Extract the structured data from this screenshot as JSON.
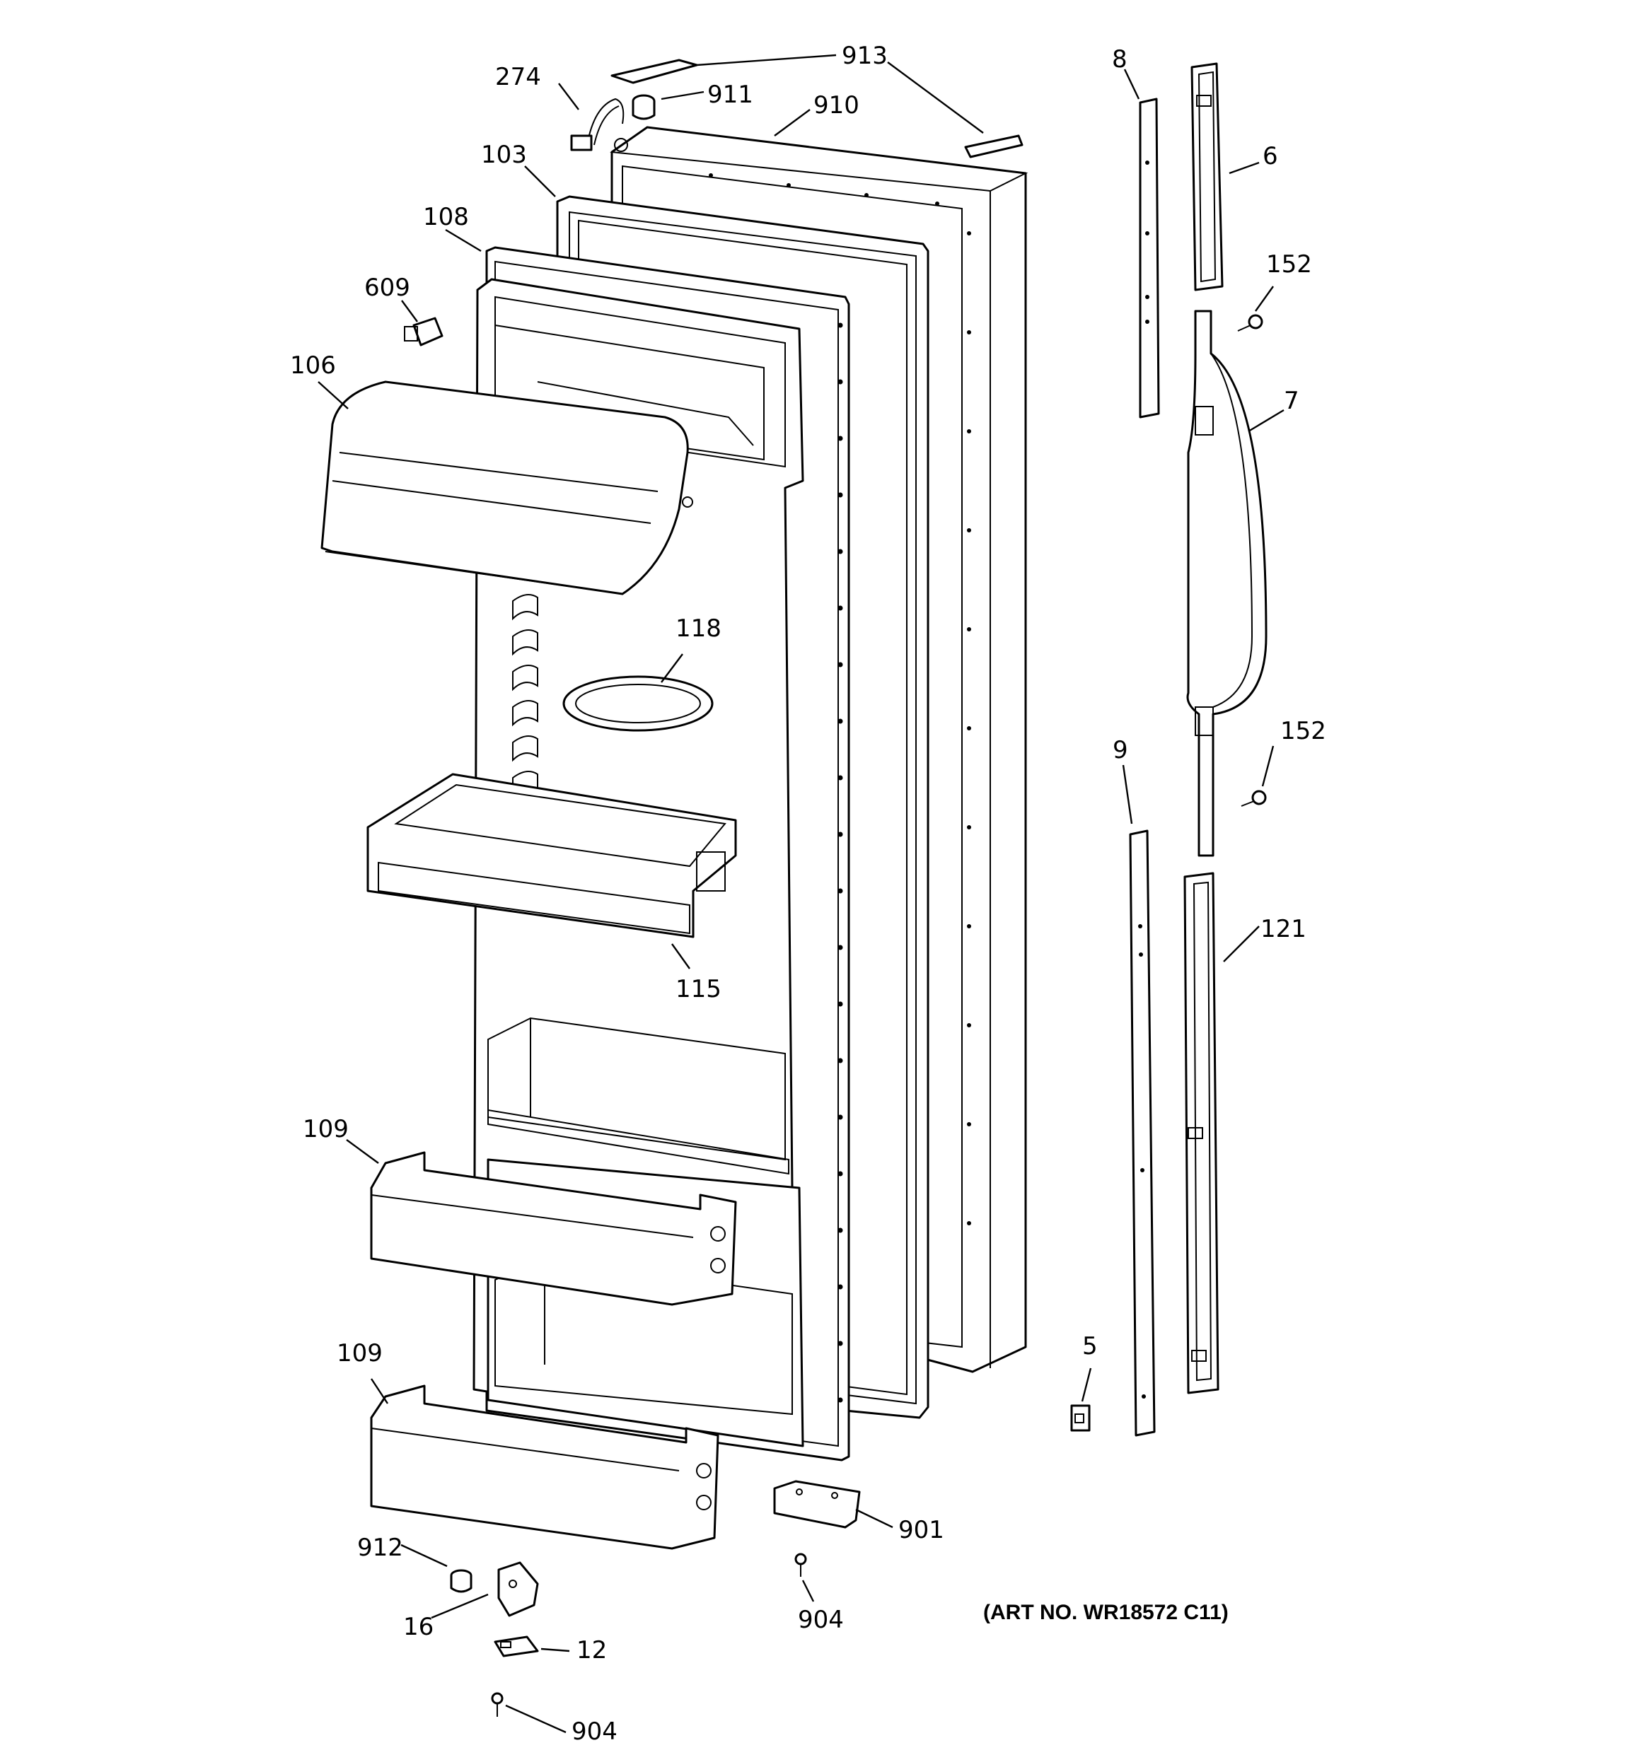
{
  "diagram": {
    "art_number": "(ART NO. WR18572 C11)",
    "callouts": {
      "c913": "913",
      "c274": "274",
      "c911": "911",
      "c910": "910",
      "c103": "103",
      "c108": "108",
      "c609": "609",
      "c106": "106",
      "c118": "118",
      "c115": "115",
      "c109a": "109",
      "c109b": "109",
      "c912": "912",
      "c16": "16",
      "c12": "12",
      "c904a": "904",
      "c904b": "904",
      "c901": "901",
      "c8": "8",
      "c6": "6",
      "c152a": "152",
      "c7": "7",
      "c152b": "152",
      "c9": "9",
      "c121": "121",
      "c5": "5"
    }
  }
}
